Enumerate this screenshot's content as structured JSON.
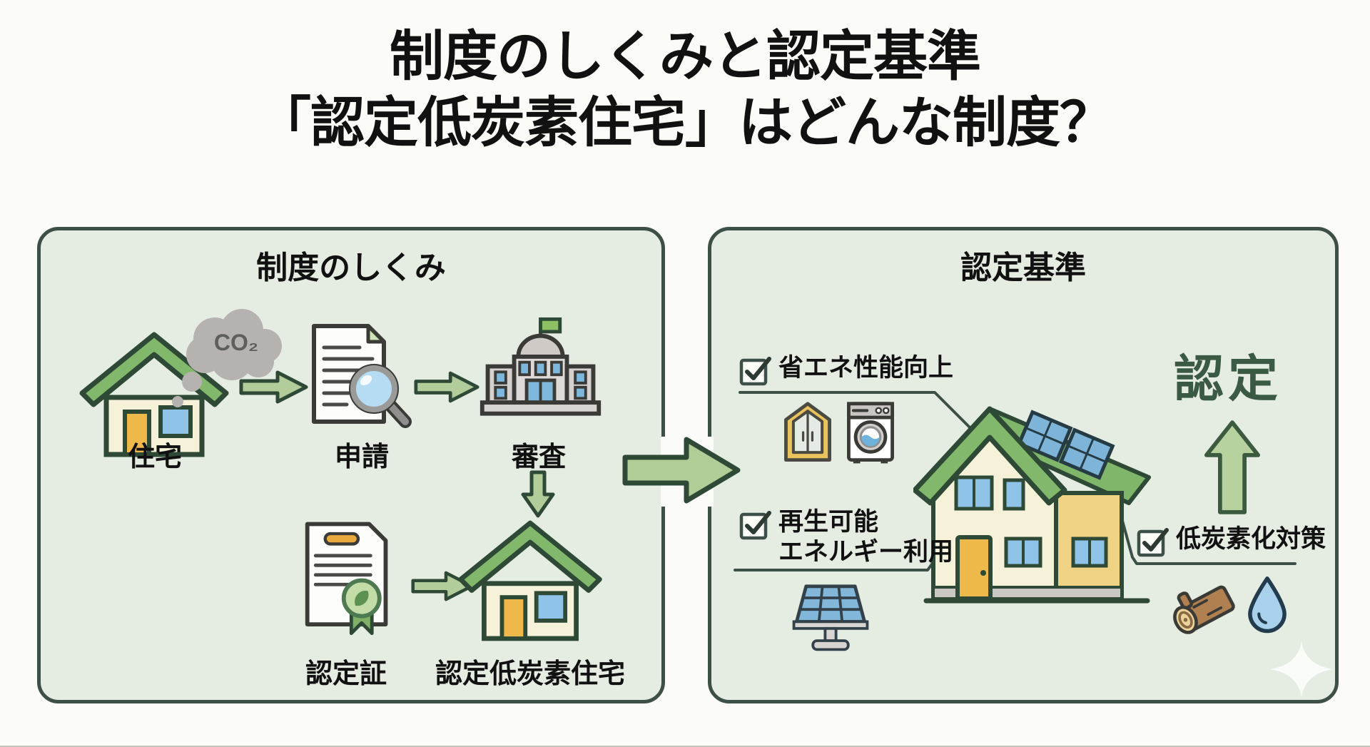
{
  "title": {
    "line1": "制度のしくみと認定基準",
    "line2": "「認定低炭素住宅」はどんな制度？"
  },
  "left_panel": {
    "title": "制度のしくみ",
    "co2": "CO₂",
    "steps": {
      "house": "住宅",
      "application": "申請",
      "review": "審査",
      "certificate": "認定証",
      "certified_house": "認定低炭素住宅"
    }
  },
  "right_panel": {
    "title": "認定基準",
    "criteria": {
      "energy": "省エネ性能向上",
      "renewable_line1": "再生可能",
      "renewable_line2": "エネルギー利用",
      "low_carbon": "低炭素化対策"
    },
    "result": "認定"
  },
  "colors": {
    "panel_bg": "#e5ece2",
    "panel_border": "#3d5048",
    "roof_green": "#82b86b",
    "arrow_fill": "#b2cd9a",
    "arrow_stroke": "#2e4a36",
    "result_text": "#3a5a44",
    "window_blue": "#8fc4e8",
    "door_orange": "#efb84a"
  }
}
